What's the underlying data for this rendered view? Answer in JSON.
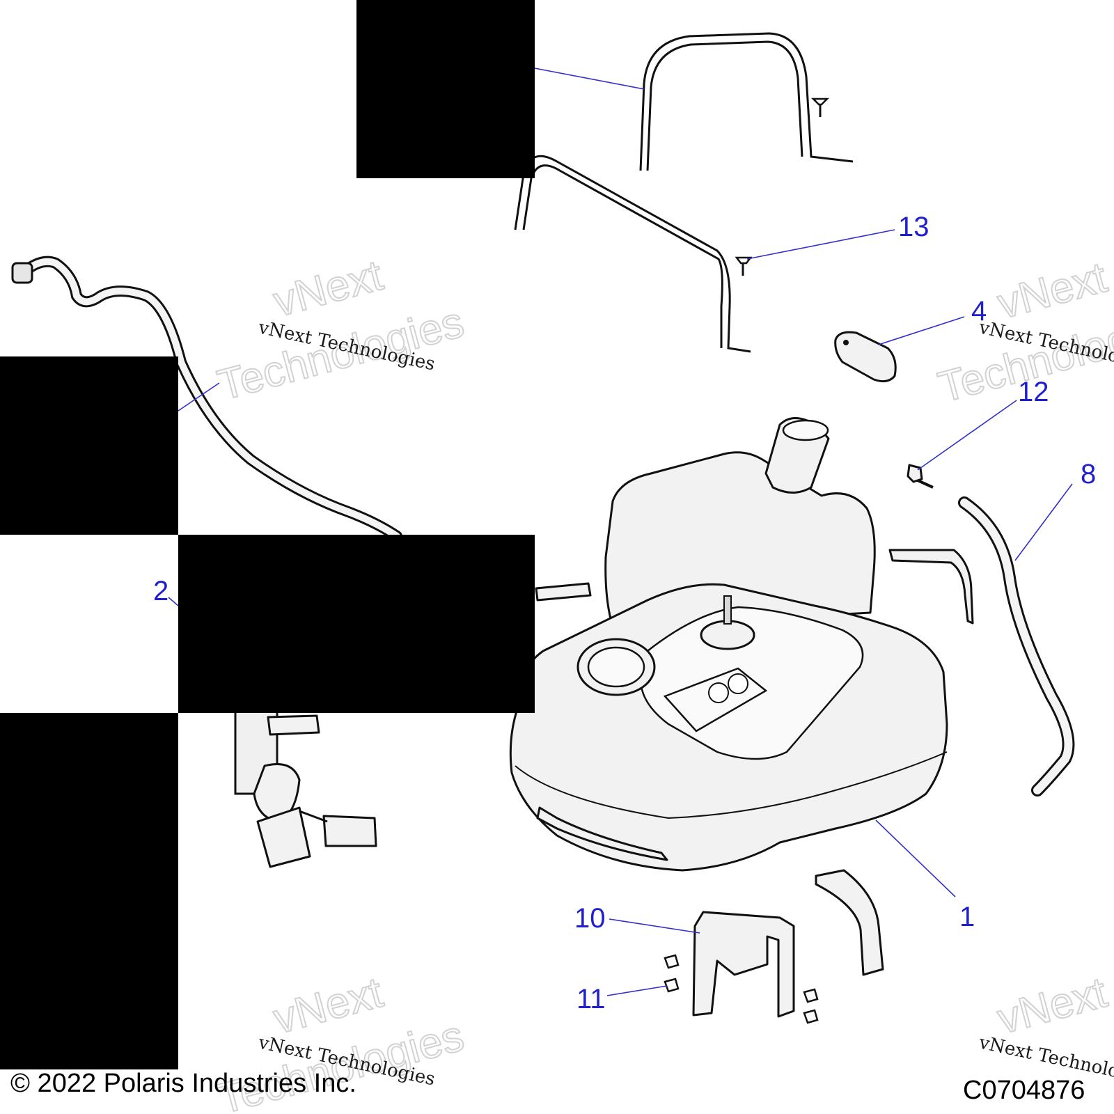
{
  "callouts": {
    "c1": "1",
    "c2": "2",
    "c4": "4",
    "c8": "8",
    "c10": "10",
    "c11": "11",
    "c12": "12",
    "c13": "13"
  },
  "watermark": {
    "small": "vNext Technologies",
    "big_line1": "vNext",
    "big_line2": "Technologies"
  },
  "footer": {
    "copyright": "© 2022 Polaris Industries Inc.",
    "figure_id": "C0704876"
  },
  "colors": {
    "callout": "#1f1fd0",
    "leader": "#3030c8",
    "redaction": "#000000"
  }
}
